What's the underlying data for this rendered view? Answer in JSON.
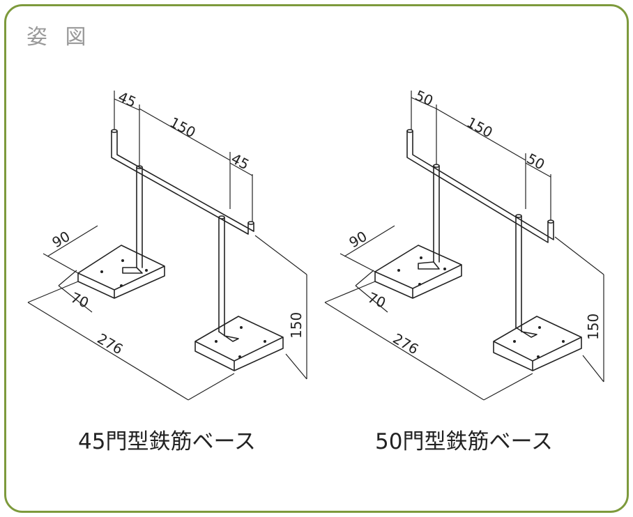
{
  "header": {
    "title": "姿 図"
  },
  "left_figure": {
    "caption": "45門型鉄筋ベース",
    "dimensions": {
      "top_left": "45",
      "span": "150",
      "top_right": "45",
      "plate_width": "90",
      "plate_depth": "70",
      "overall": "276",
      "height": "150"
    }
  },
  "right_figure": {
    "caption": "50門型鉄筋ベース",
    "dimensions": {
      "top_left": "50",
      "span": "150",
      "top_right": "50",
      "plate_width": "90",
      "plate_depth": "70",
      "overall": "276",
      "height": "150"
    }
  },
  "colors": {
    "border": "#7d9a3c",
    "title": "#9a9a9a",
    "line": "#222222"
  }
}
